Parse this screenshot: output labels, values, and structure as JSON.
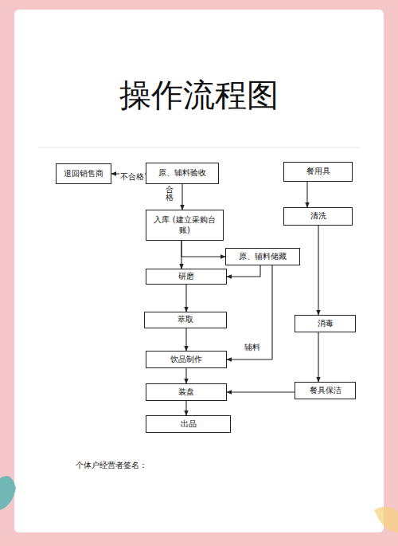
{
  "diagram": {
    "title": "操作流程图",
    "nodes": [
      {
        "text": [
          "退回销售商"
        ]
      },
      {
        "text": [
          "原、辅料验收"
        ]
      },
      {
        "text": [
          "入库 (建立采购台账)"
        ]
      },
      {
        "text": [
          "原、辅料储藏"
        ]
      },
      {
        "text": [
          "研磨"
        ]
      },
      {
        "text": [
          "萃取"
        ]
      },
      {
        "text": [
          "饮品制作"
        ]
      },
      {
        "text": [
          "装盘"
        ]
      },
      {
        "text": [
          "出品"
        ]
      },
      {
        "text": [
          "餐用具"
        ]
      },
      {
        "text": [
          "清洗"
        ]
      },
      {
        "text": [
          "消毒"
        ]
      },
      {
        "text": [
          "餐具保洁"
        ]
      }
    ],
    "edges": [
      {
        "from": 1,
        "to": 0,
        "label": "不合格",
        "arrow": "to"
      },
      {
        "from": 1,
        "to": 2,
        "label": "合格",
        "arrow": "to"
      },
      {
        "from": 2,
        "to": 3,
        "arrow": "to"
      },
      {
        "from": 2,
        "to": 4,
        "arrow": "to"
      },
      {
        "from": 3,
        "to": 4,
        "arrow": "to"
      },
      {
        "from": 4,
        "to": 5,
        "arrow": "to"
      },
      {
        "from": 5,
        "to": 6,
        "arrow": "to"
      },
      {
        "from": 3,
        "to": 6,
        "label": "辅料",
        "arrow": "to"
      },
      {
        "from": 6,
        "to": 7,
        "arrow": "to"
      },
      {
        "from": 7,
        "to": 8,
        "arrow": "to"
      },
      {
        "from": 9,
        "to": 10,
        "arrow": "to"
      },
      {
        "from": 10,
        "to": 11,
        "arrow": "to"
      },
      {
        "from": 11,
        "to": 12,
        "arrow": "to"
      },
      {
        "from": 12,
        "to": 7,
        "arrow": "to"
      }
    ],
    "labels": [
      "个体户经营者签名："
    ]
  }
}
